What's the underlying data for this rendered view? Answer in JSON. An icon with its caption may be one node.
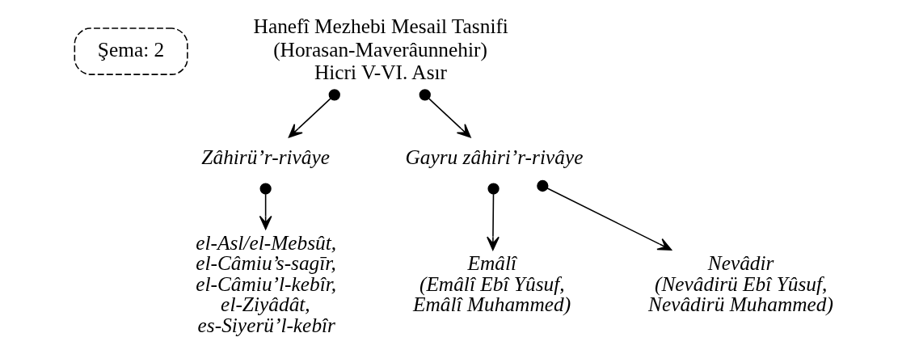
{
  "diagram": {
    "nodes": [
      {
        "text": [
          "Şema: 2"
        ]
      },
      {
        "text": [
          "Hanefî Mezhebi Mesail Tasnifi",
          "(Horasan-Maverâunnehir)",
          "Hicri V-VI. Asır"
        ]
      },
      {
        "text": [
          "Zâhirü’r-rivâye"
        ]
      },
      {
        "text": [
          "Gayru zâhiri’r-rivâye"
        ]
      },
      {
        "text": [
          "el-Asl/el-Mebsût, el-Câmiu’s-sagīr, el-Câmiu’l-kebîr, el-Ziyâdât, es-Siyerü’l-kebîr"
        ]
      },
      {
        "text": [
          "Emâlî",
          "(Emâlî Ebî Yûsuf, Emâlî Muhammed)"
        ]
      },
      {
        "text": [
          "Nevâdir",
          "(Nevâdirü Ebî Yûsuf, Nevâdirü Muhammed)"
        ]
      }
    ],
    "edges": [
      {
        "from": 1,
        "to": 2,
        "arrow": "to"
      },
      {
        "from": 1,
        "to": 3,
        "arrow": "to"
      },
      {
        "from": 2,
        "to": 4,
        "arrow": "to"
      },
      {
        "from": 3,
        "to": 5,
        "arrow": "to"
      },
      {
        "from": 3,
        "to": 6,
        "arrow": "to"
      }
    ]
  }
}
